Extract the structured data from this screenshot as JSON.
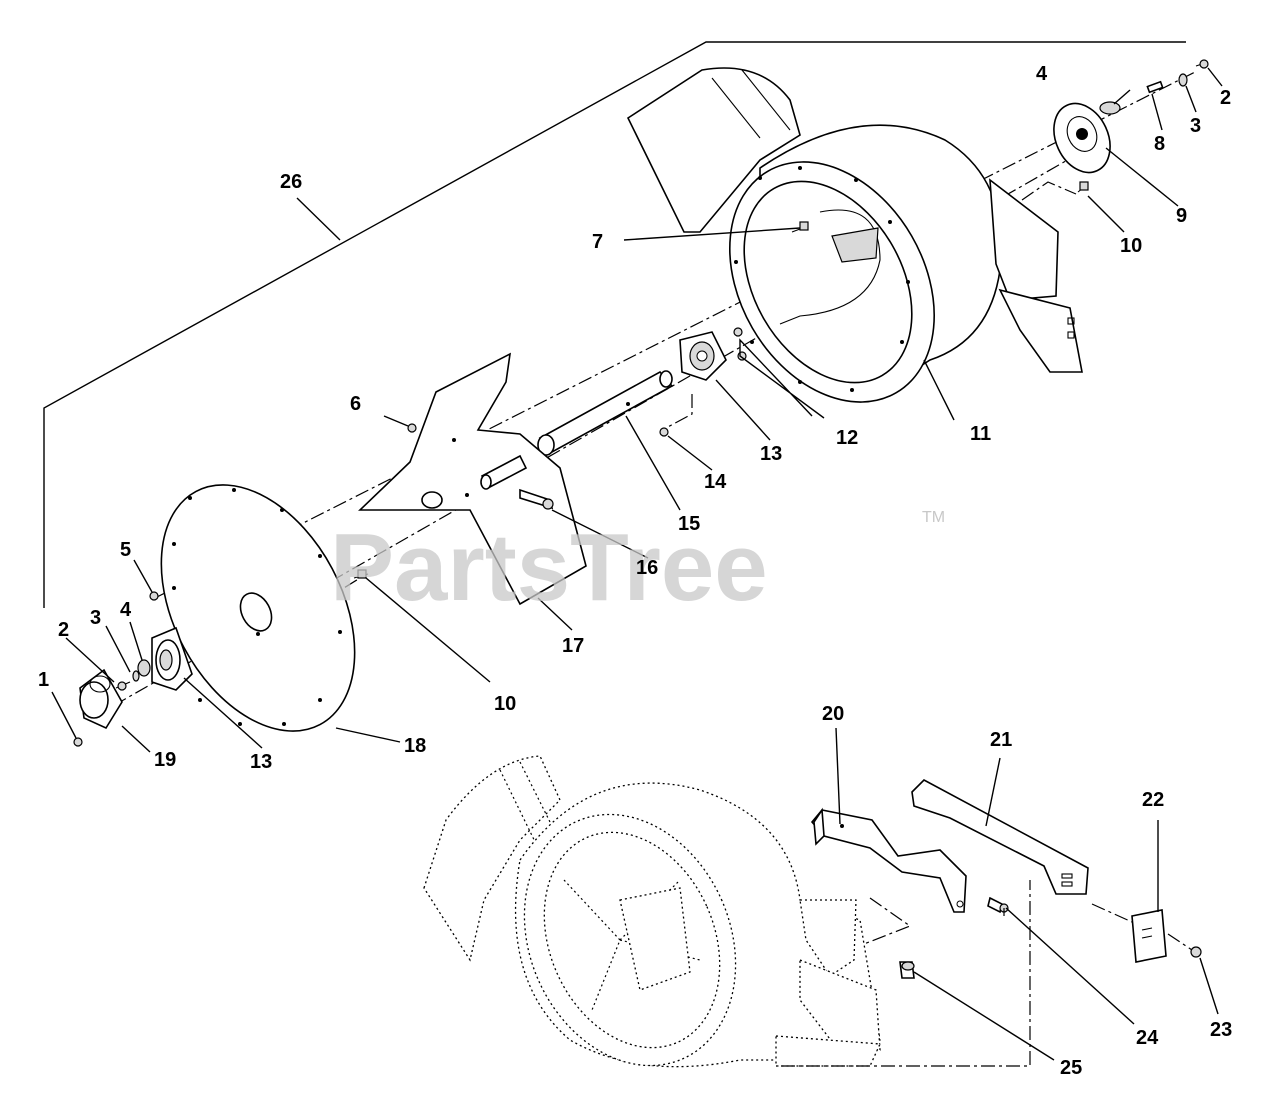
{
  "watermark": {
    "text": "PartsTree",
    "tm": "TM"
  },
  "callouts": {
    "c1": "1",
    "c2a": "2",
    "c2b": "2",
    "c3a": "3",
    "c3b": "3",
    "c4a": "4",
    "c4b": "4",
    "c5": "5",
    "c6": "6",
    "c7": "7",
    "c8": "8",
    "c9": "9",
    "c10a": "10",
    "c10b": "10",
    "c11": "11",
    "c12": "12",
    "c13a": "13",
    "c13b": "13",
    "c14": "14",
    "c15": "15",
    "c16": "16",
    "c17": "17",
    "c18": "18",
    "c19": "19",
    "c20": "20",
    "c21": "21",
    "c22": "22",
    "c23": "23",
    "c24": "24",
    "c25": "25",
    "c26": "26"
  }
}
